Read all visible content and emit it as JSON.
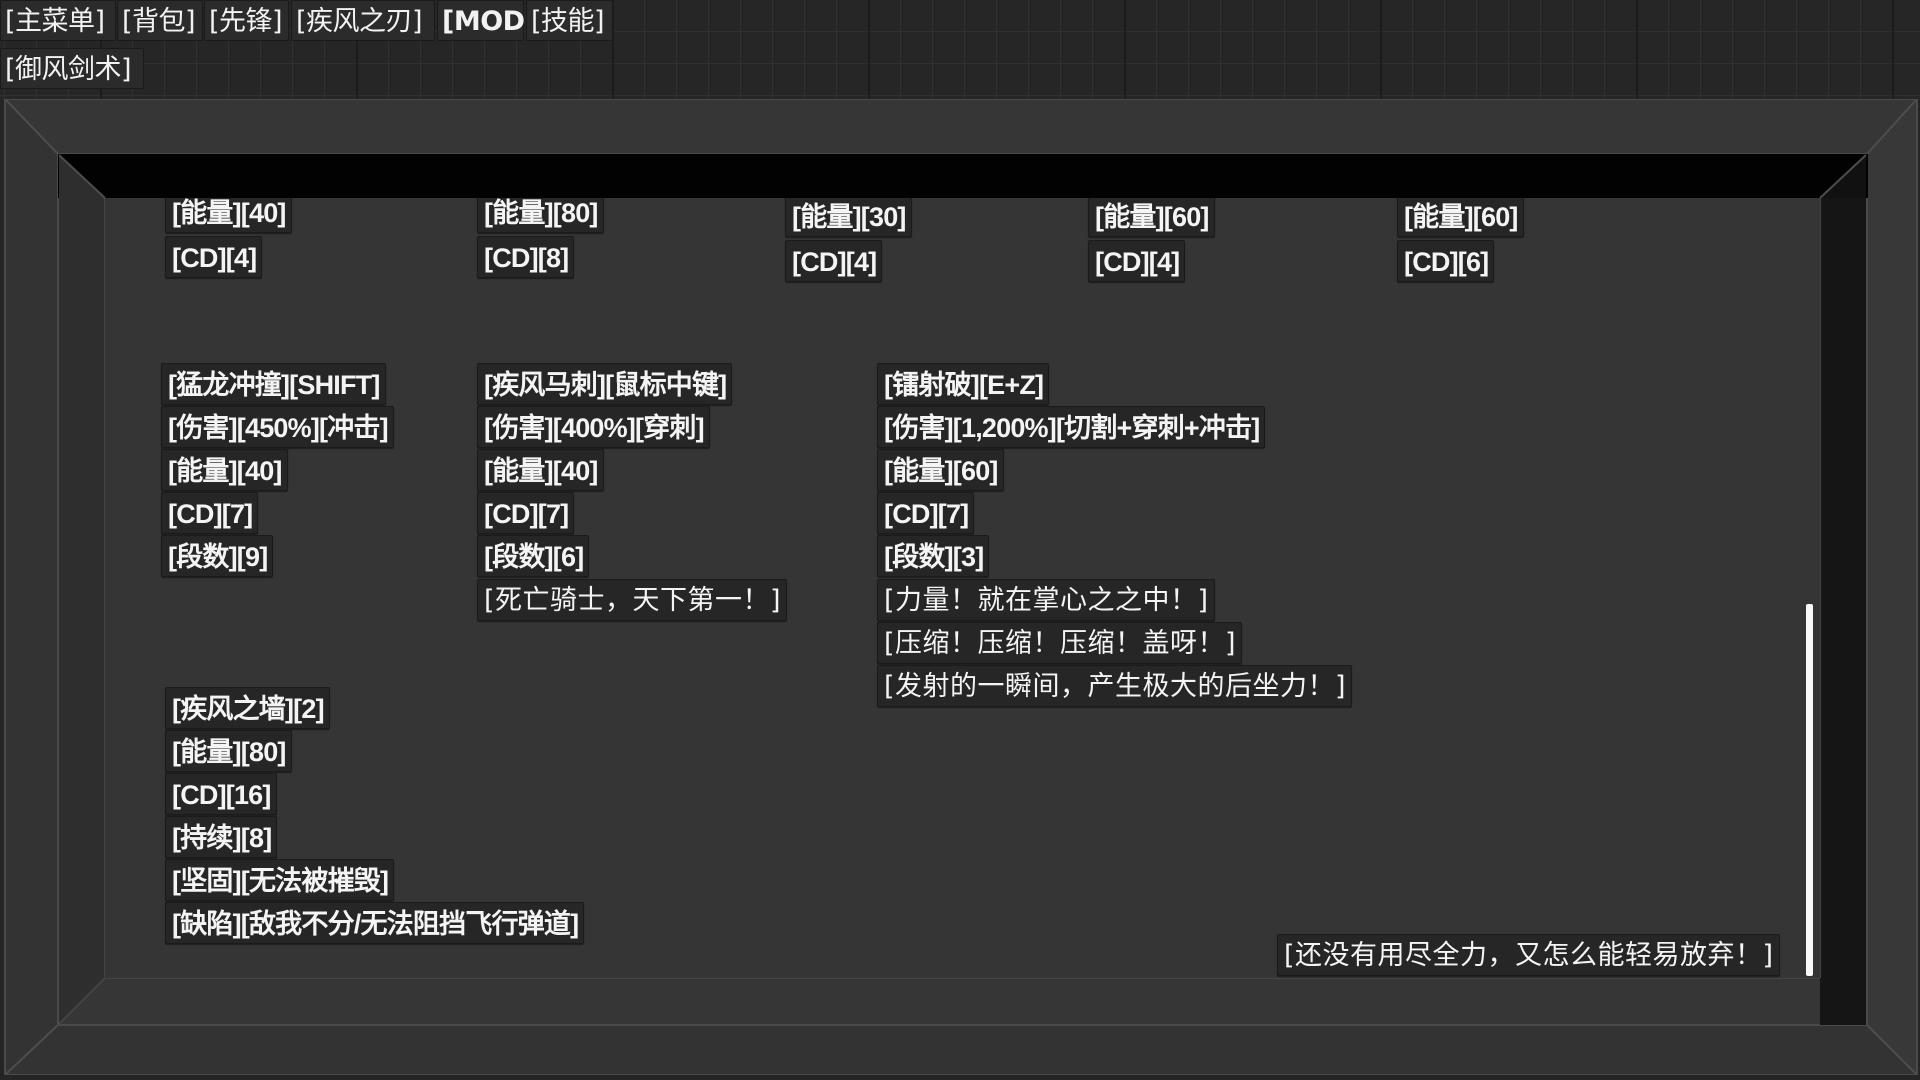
{
  "top_nav": {
    "row1": [
      {
        "label": "[主菜单]"
      },
      {
        "label": "[背包]"
      },
      {
        "label": "[先锋]"
      },
      {
        "label": "[疾风之刃]"
      },
      {
        "label": "[MOD]"
      },
      {
        "label": "[技能]"
      }
    ],
    "row2": [
      {
        "label": "[御风剑术]"
      }
    ]
  },
  "skills_top_row": [
    {
      "energy": "[能量][40]",
      "cd": "[CD][4]"
    },
    {
      "energy": "[能量][80]",
      "cd": "[CD][8]"
    },
    {
      "energy": "[能量][30]",
      "cd": "[CD][4]"
    },
    {
      "energy": "[能量][60]",
      "cd": "[CD][4]"
    },
    {
      "energy": "[能量][60]",
      "cd": "[CD][6]"
    }
  ],
  "skills": [
    {
      "title": "[猛龙冲撞][SHIFT]",
      "damage": "[伤害][450%][冲击]",
      "energy": "[能量][40]",
      "cd": "[CD][7]",
      "hits": "[段数][9]",
      "quotes": []
    },
    {
      "title": "[疾风马刺][鼠标中键]",
      "damage": "[伤害][400%][穿刺]",
      "energy": "[能量][40]",
      "cd": "[CD][7]",
      "hits": "[段数][6]",
      "quotes": [
        "[死亡骑士，天下第一！]"
      ]
    },
    {
      "title": "[镭射破][E+Z]",
      "damage": "[伤害][1,200%][切割+穿刺+冲击]",
      "energy": "[能量][60]",
      "cd": "[CD][7]",
      "hits": "[段数][3]",
      "quotes": [
        "[力量！就在掌心之之中！]",
        "[压缩！压缩！压缩！盖呀！]",
        "[发射的一瞬间，产生极大的后坐力！]"
      ]
    }
  ],
  "wall_skill": {
    "title": "[疾风之墙][2]",
    "energy": "[能量][80]",
    "cd": "[CD][16]",
    "duration": "[持续][8]",
    "sturdy": "[坚固][无法被摧毁]",
    "flaw": "[缺陷][敌我不分/无法阻挡飞行弹道]"
  },
  "footer_quote": "[还没有用尽全力，又怎么能轻易放弃！]",
  "colors": {
    "panel_bg": "#353535",
    "label_bg": "#262626",
    "text": "#f4f4f4",
    "scroll_thumb": "#fafafa"
  }
}
